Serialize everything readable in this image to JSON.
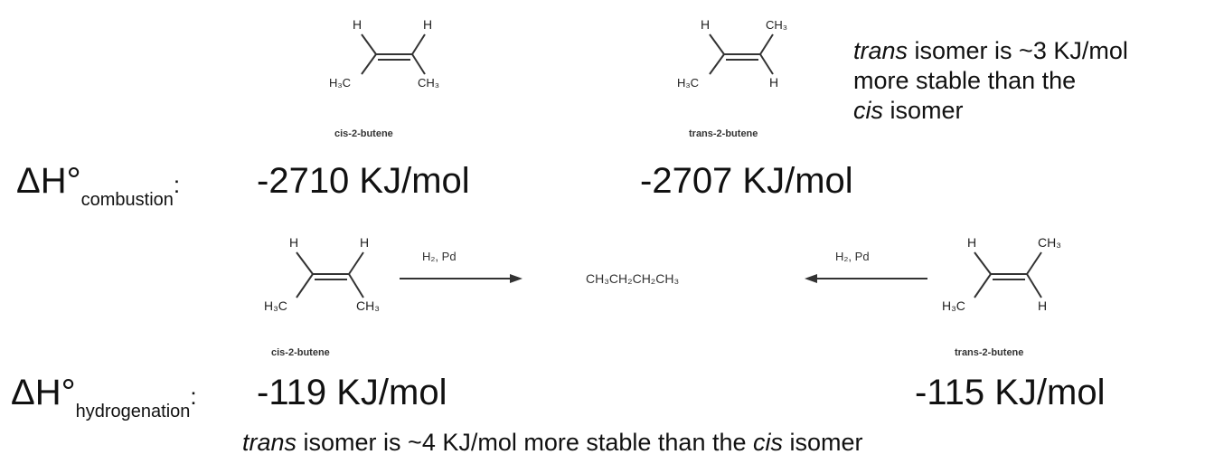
{
  "combustion": {
    "delta_symbol": "ΔH°",
    "subscript": "combustion",
    "colon": ":",
    "cis_name": "cis-2-butene",
    "trans_name": "trans-2-butene",
    "cis_value": "-2710 KJ/mol",
    "trans_value": "-2707 KJ/mol",
    "note": {
      "part1_italic": "trans",
      "part1": " isomer is ~3 KJ/mol",
      "part2": "more stable than the",
      "part3_italic": "cis",
      "part3": " isomer"
    }
  },
  "hydrogenation": {
    "delta_symbol": "ΔH°",
    "subscript": "hydrogenation",
    "colon": ":",
    "cis_name": "cis-2-butene",
    "trans_name": "trans-2-butene",
    "reagent_left": "H₂, Pd",
    "reagent_right": "H₂, Pd",
    "product": "CH₃CH₂CH₂CH₃",
    "cis_value": "-119 KJ/mol",
    "trans_value": "-115 KJ/mol",
    "note": {
      "part1_italic": "trans",
      "part2": " isomer is ~4 KJ/mol more stable than the ",
      "part3_italic": "cis",
      "part4": " isomer"
    }
  },
  "atoms": {
    "H": "H",
    "H3C": "H₃C",
    "CH3": "CH₃"
  }
}
